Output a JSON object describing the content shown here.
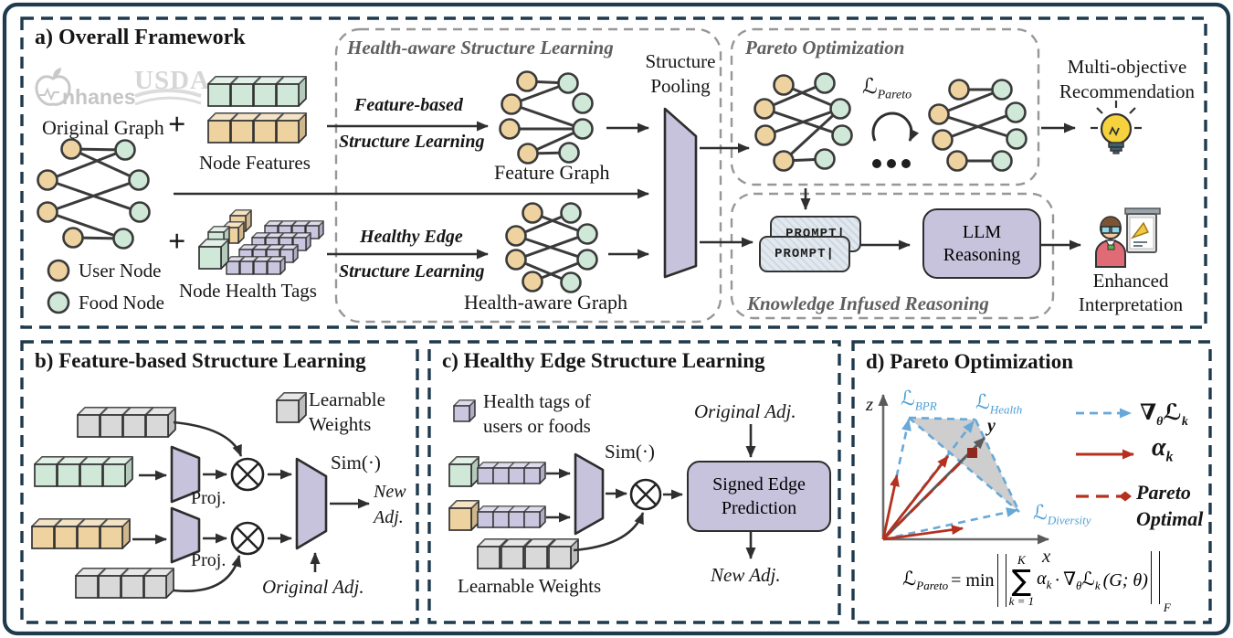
{
  "colors": {
    "frame_navy": "#1e3a4d",
    "accent_purple": "#c8c3dd",
    "user_node_orange": "#eed2a0",
    "food_node_green": "#cfe8d8",
    "health_tag_purple": "#cac6e0",
    "learnable_gray": "#d9d9d9",
    "loss_blue": "#4e9fd4",
    "pareto_red": "#b5301e",
    "bulb_yellow": "#f6d23e"
  },
  "icons": {
    "lightbulb-icon": "bulb with rays",
    "presenter-icon": "person presenting at whiteboard",
    "tensor-product-icon": "⊗",
    "loop-arrow-icon": "circular arrow",
    "plus-icon": "+",
    "nhanes-logo": "nhanes apple",
    "usda-logo": "USDA"
  },
  "panel_a": {
    "title": "a) Overall Framework",
    "logo_nhanes": "nhanes",
    "logo_usda": "USDA",
    "original_graph_label": "Original Graph",
    "plus": "+",
    "node_features_label": "Node Features",
    "node_health_tags_label": "Node Health Tags",
    "legend": {
      "user": "User Node",
      "food": "Food Node"
    },
    "hasl": {
      "title": "Health-aware Structure Learning",
      "feature_based": [
        "Feature-based",
        "Structure Learning"
      ],
      "healthy_edge": [
        "Healthy Edge",
        "Structure Learning"
      ],
      "feature_graph": "Feature Graph",
      "health_aware_graph": "Health-aware Graph"
    },
    "structure_pooling": [
      "Structure",
      "Pooling"
    ],
    "pareto": {
      "title": "Pareto Optimization",
      "loss": "ℒ",
      "loss_sub": "Pareto",
      "dots": "•••"
    },
    "outputs": {
      "multi_objective": [
        "Multi-objective",
        "Recommendation"
      ],
      "enhanced": [
        "Enhanced",
        "Interpretation"
      ]
    },
    "knowledge": {
      "title": "Knowledge Infused Reasoning",
      "prompt": "PROMPT",
      "cursor": "|",
      "llm": [
        "LLM",
        "Reasoning"
      ]
    }
  },
  "panel_b": {
    "title": "b) Feature-based Structure Learning",
    "learnable_weights": [
      "Learnable",
      "Weights"
    ],
    "proj": [
      "Proj.",
      "Proj."
    ],
    "sim": "Sim(·)",
    "new_adj": [
      "New",
      "Adj."
    ],
    "original_adj": "Original Adj."
  },
  "panel_c": {
    "title": "c) Healthy Edge Structure Learning",
    "health_tags": [
      "Health tags of",
      "users or foods"
    ],
    "sim": "Sim(·)",
    "original_adj": "Original Adj.",
    "signed_edge": [
      "Signed Edge",
      "Prediction"
    ],
    "new_adj": "New Adj.",
    "learnable_weights": "Learnable Weights"
  },
  "panel_d": {
    "title": "d) Pareto Optimization",
    "axes": {
      "z": "z",
      "x": "x",
      "y": "y"
    },
    "losses": {
      "L": "ℒ",
      "bpr": "BPR",
      "health": "Health",
      "diversity": "Diversity"
    },
    "legend": {
      "nabla": "∇",
      "theta": "θ",
      "L": "ℒ",
      "k": "k",
      "alpha": "α",
      "alpha_sub": "k",
      "pareto_optimal": [
        "Pareto",
        "Optimal"
      ]
    },
    "formula": {
      "L": "ℒ",
      "L_sub": "Pareto",
      "eq": "= min",
      "sum_top": "K",
      "sigma": "∑",
      "sum_bot": "k = 1",
      "alpha": "α",
      "alpha_sub": "k",
      "dot": "·",
      "nabla": "∇",
      "nabla_sub": "θ",
      "L2": "ℒ",
      "L2_sub": "k",
      "args": "(G; θ)",
      "norm_sub": "F"
    }
  }
}
